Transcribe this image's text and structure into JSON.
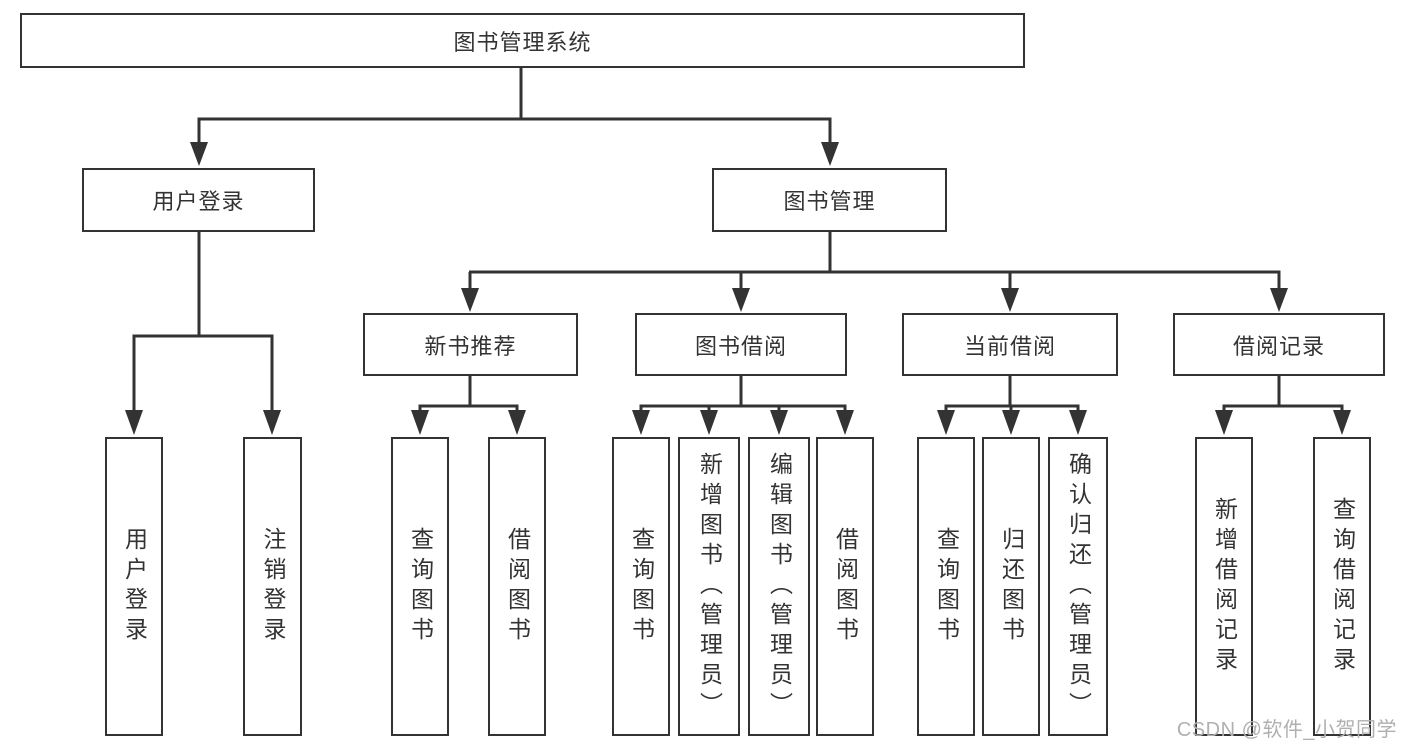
{
  "diagram": {
    "root": {
      "label": "图书管理系统"
    },
    "branches": [
      {
        "label": "用户登录",
        "children": [
          {
            "label": "用户登录"
          },
          {
            "label": "注销登录"
          }
        ]
      },
      {
        "label": "图书管理",
        "children": [
          {
            "label": "新书推荐",
            "children": [
              {
                "label": "查询图书"
              },
              {
                "label": "借阅图书"
              }
            ]
          },
          {
            "label": "图书借阅",
            "children": [
              {
                "label": "查询图书"
              },
              {
                "label": "新增图书（管理员）"
              },
              {
                "label": "编辑图书（管理员）"
              },
              {
                "label": "借阅图书"
              }
            ]
          },
          {
            "label": "当前借阅",
            "children": [
              {
                "label": "查询图书"
              },
              {
                "label": "归还图书"
              },
              {
                "label": "确认归还（管理员）"
              }
            ]
          },
          {
            "label": "借阅记录",
            "children": [
              {
                "label": "新增借阅记录"
              },
              {
                "label": "查询借阅记录"
              }
            ]
          }
        ]
      }
    ]
  },
  "colors": {
    "line": "#333333",
    "text": "#333333",
    "background": "#ffffff",
    "watermark": "#b0b0b0"
  },
  "watermark": {
    "text": "CSDN @软件_小贺同学"
  }
}
